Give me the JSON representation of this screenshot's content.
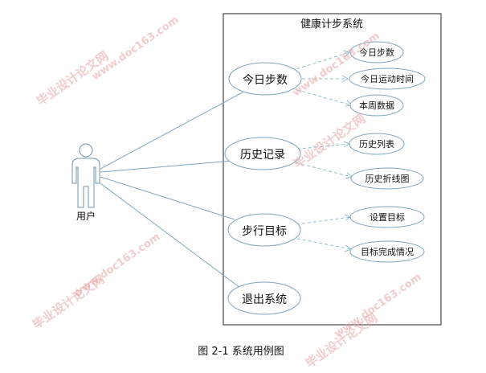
{
  "diagram": {
    "system_boundary_title": "健康计步系统",
    "actor": {
      "label": "用户"
    },
    "use_cases": [
      {
        "id": "today-steps",
        "label": "今日步数"
      },
      {
        "id": "history-records",
        "label": "历史记录"
      },
      {
        "id": "step-goal",
        "label": "步行目标"
      },
      {
        "id": "exit-system",
        "label": "退出系统"
      }
    ],
    "sub_use_cases": [
      {
        "id": "today-step-count",
        "label": "今日步数",
        "parent": "today-steps"
      },
      {
        "id": "today-exercise-time",
        "label": "今日运动时间",
        "parent": "today-steps"
      },
      {
        "id": "weekly-data",
        "label": "本周数据",
        "parent": "today-steps"
      },
      {
        "id": "history-list",
        "label": "历史列表",
        "parent": "history-records"
      },
      {
        "id": "history-line-chart",
        "label": "历史折线图",
        "parent": "history-records"
      },
      {
        "id": "set-goal",
        "label": "设置目标",
        "parent": "step-goal"
      },
      {
        "id": "goal-completion",
        "label": "目标完成情况",
        "parent": "step-goal"
      }
    ],
    "caption": "图 2-1 系统用例图",
    "watermarks": [
      {
        "text": "毕业设计论文网"
      },
      {
        "text": "www.doc163.com"
      }
    ],
    "colors": {
      "line": "#7fa6bd",
      "dashed": "#8fbdd0",
      "border": "#222222",
      "text": "#111111",
      "watermark": "#e8a2a2"
    }
  }
}
